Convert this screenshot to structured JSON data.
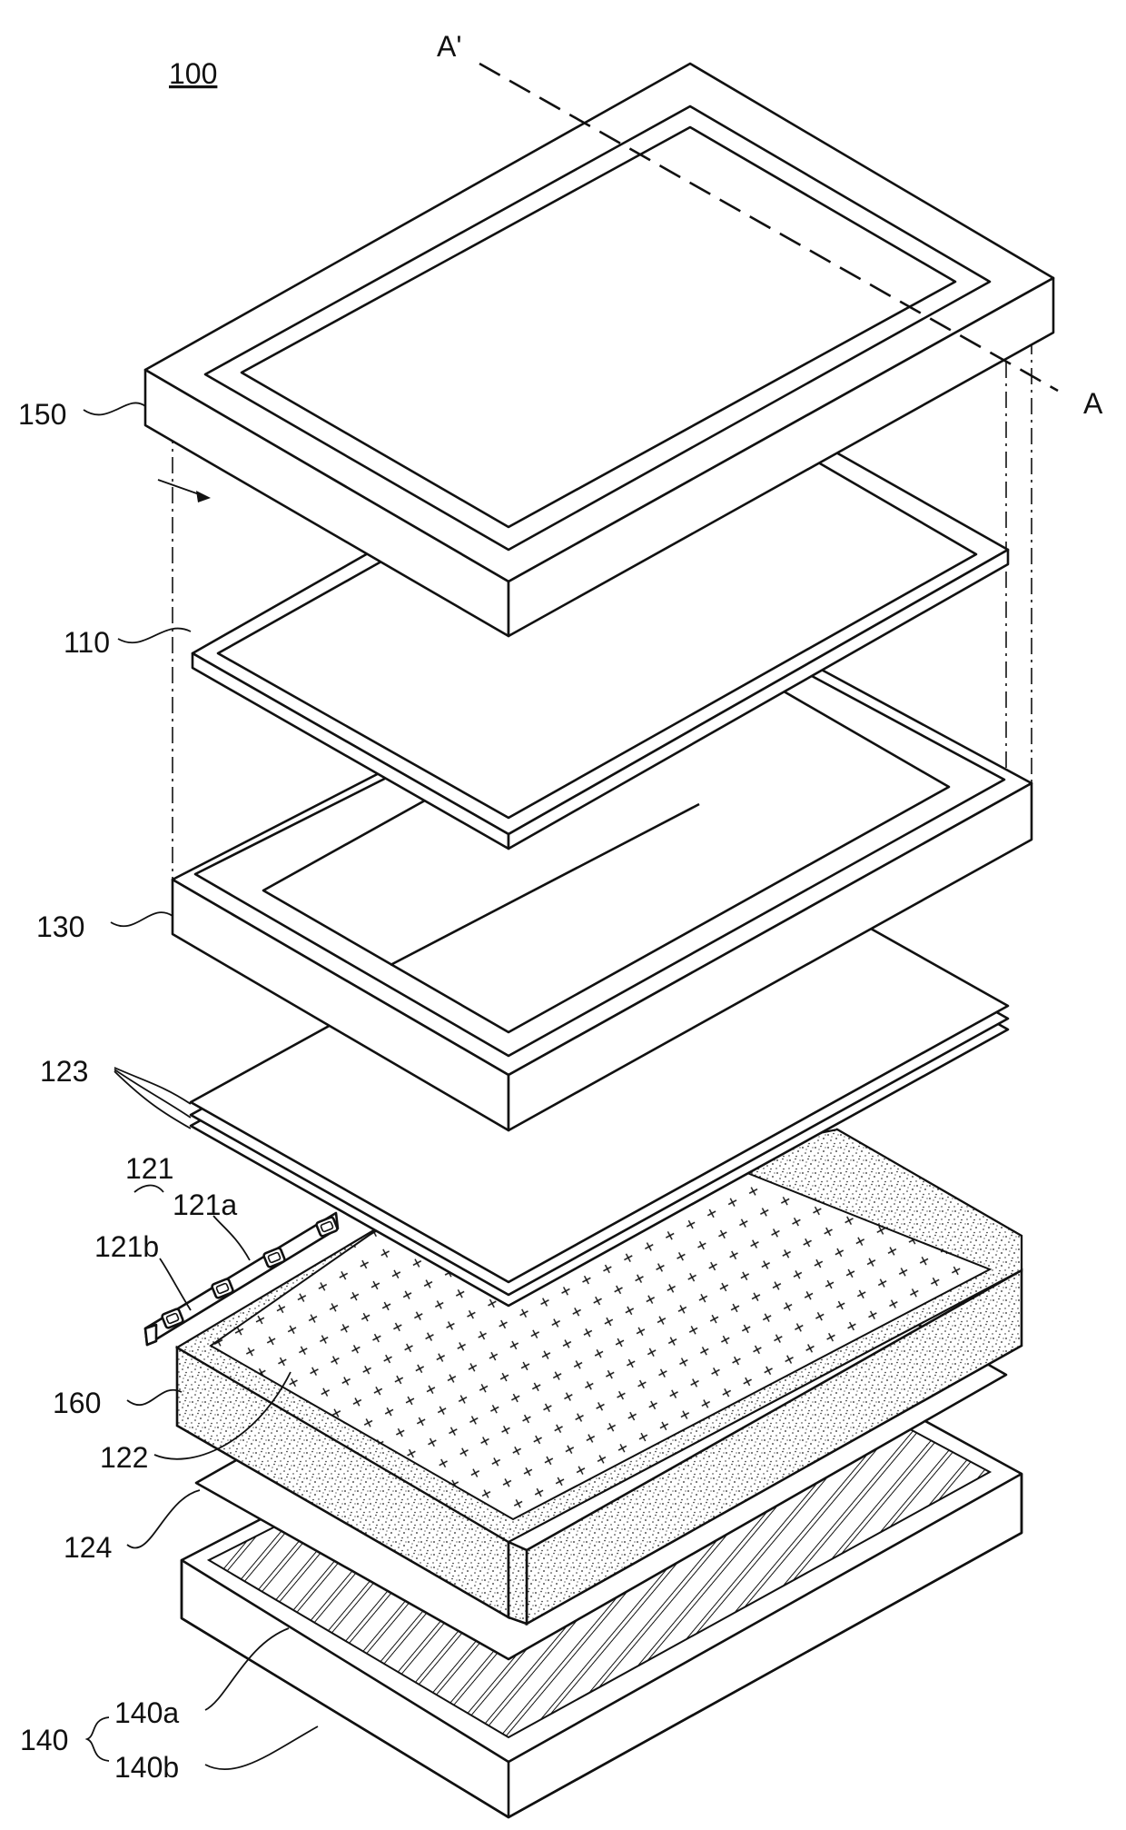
{
  "figure": {
    "ref_main": "100",
    "section_start": "A'",
    "section_end": "A",
    "labels": {
      "l150": "150",
      "l110": "110",
      "l130": "130",
      "l123": "123",
      "l121": "121",
      "l121a": "121a",
      "l121b": "121b",
      "l160": "160",
      "l122": "122",
      "l124": "124",
      "l140": "140",
      "l140a": "140a",
      "l140b": "140b"
    }
  }
}
